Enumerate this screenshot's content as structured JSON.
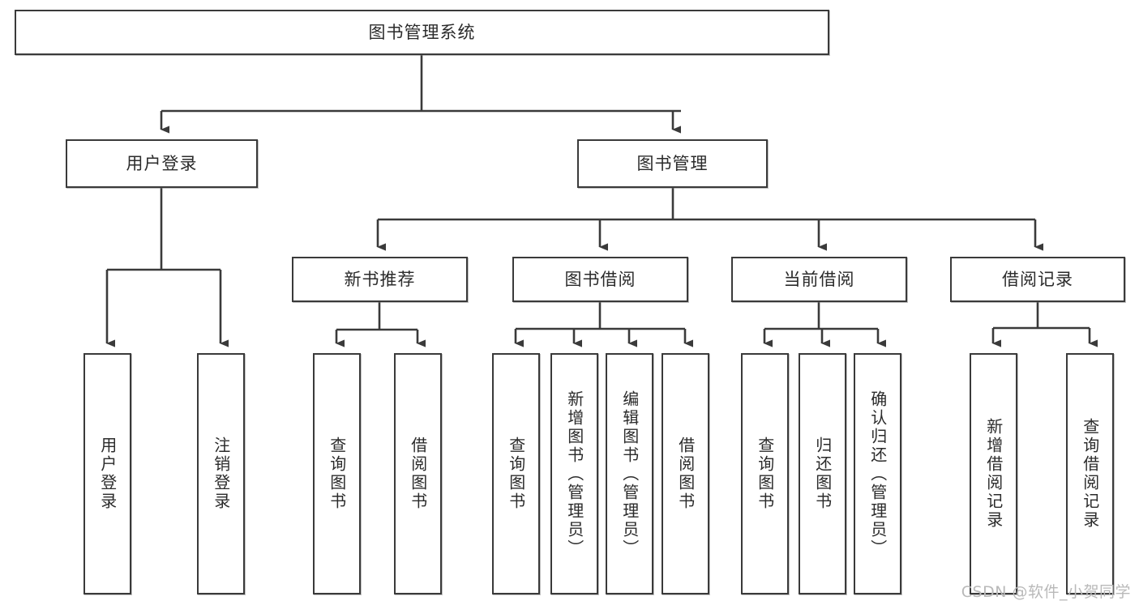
{
  "diagram": {
    "title": "图书管理系统",
    "type": "tree-hierarchy",
    "orientation": "top-down",
    "colors": {
      "box_border": "#3a3a3a",
      "box_fill": "#ffffff",
      "edge": "#3a3a3a",
      "text": "#2b2b2b",
      "watermark": "#b9b9b9",
      "background": "#ffffff"
    }
  },
  "nodes": {
    "root": {
      "label": "图书管理系统"
    },
    "level1": [
      {
        "label": "用户登录"
      },
      {
        "label": "图书管理"
      }
    ],
    "level2": [
      {
        "label": "新书推荐"
      },
      {
        "label": "图书借阅"
      },
      {
        "label": "当前借阅"
      },
      {
        "label": "借阅记录"
      }
    ],
    "leaves": {
      "user_login": [
        {
          "label": "用户登录"
        },
        {
          "label": "注销登录"
        }
      ],
      "new_book_recommend": [
        {
          "label": "查询图书"
        },
        {
          "label": "借阅图书"
        }
      ],
      "book_borrow": [
        {
          "label": "查询图书"
        },
        {
          "label": "新增图书（管理员）"
        },
        {
          "label": "编辑图书（管理员）"
        },
        {
          "label": "借阅图书"
        }
      ],
      "current_borrow": [
        {
          "label": "查询图书"
        },
        {
          "label": "归还图书"
        },
        {
          "label": "确认归还（管理员）"
        }
      ],
      "borrow_record": [
        {
          "label": "新增借阅记录"
        },
        {
          "label": "查询借阅记录"
        }
      ]
    }
  },
  "watermark": {
    "text": "CSDN @软件_小贺同学"
  }
}
